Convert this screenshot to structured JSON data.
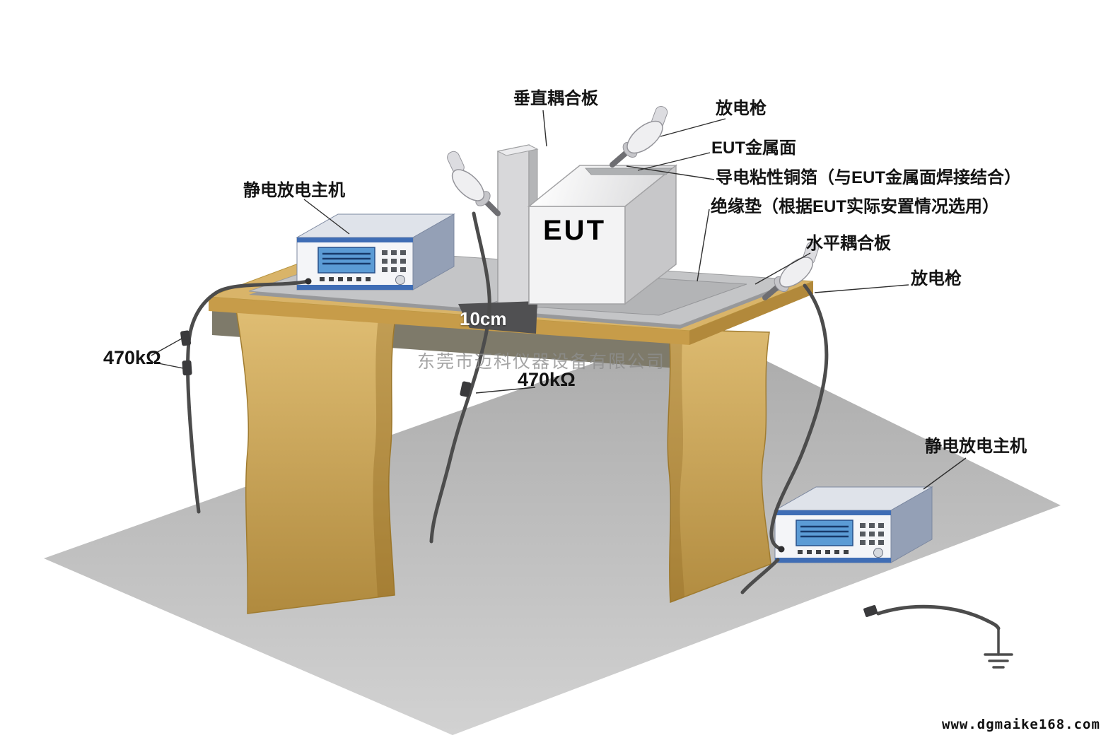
{
  "labels": {
    "vertical_coupling_plate": "垂直耦合板",
    "discharge_gun_top": "放电枪",
    "eut_metal_surface": "EUT金属面",
    "conductive_copper_foil": "导电粘性铜箔（与EUT金属面焊接结合）",
    "insulation_pad": "绝缘垫（根据EUT实际安置情况选用）",
    "horizontal_coupling_plate": "水平耦合板",
    "discharge_gun_right": "放电枪",
    "esd_generator_left": "静电放电主机",
    "esd_generator_right": "静电放电主机",
    "resistor_left": "470kΩ",
    "resistor_center": "470kΩ",
    "distance": "10cm",
    "eut": "EUT"
  },
  "watermark": "东莞市迈科仪器设备有限公司",
  "website": "www.dgmaike168.com",
  "colors": {
    "cable": "#4c4c4c",
    "accent": "#3f6db5",
    "screen": "#5b9bd5",
    "table": "#d9b469",
    "table_dark": "#b8903f",
    "floor_light": "#d2d2d2",
    "floor_dark": "#aaaaaa",
    "plate": "#c4c5c7"
  }
}
